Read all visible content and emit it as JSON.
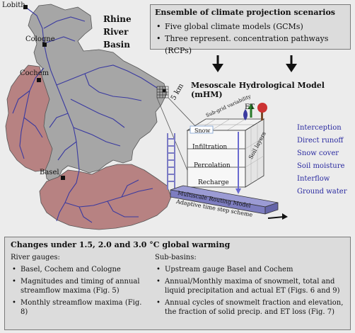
{
  "map": {
    "city_lobith": "Lobith",
    "city_cologne": "Cologne",
    "city_cochem": "Cochem",
    "city_basel": "Basel",
    "basin_title_line1": "Rhine",
    "basin_title_line2": "River",
    "basin_title_line3": "Basin",
    "grid_label": "5 km",
    "colors": {
      "grey_basin": "#a6a6a6",
      "red_basin": "#b78282",
      "rivers": "#3a3aa0"
    }
  },
  "ensemble": {
    "title": "Ensemble of climate projection scenarios",
    "items": [
      "Five global climate models (GCMs)",
      "Three represent. concentration pathways (RCPs)"
    ]
  },
  "model": {
    "title": "Mesoscale Hydrological Model (mHM)",
    "et_label": "ET",
    "subgrid_label_1": "Sub-grid",
    "subgrid_label_2": "variability",
    "snow_label": "Snow",
    "layers": [
      "Infiltration",
      "Percolation",
      "Recharge"
    ],
    "soil_label_1": "Soil",
    "soil_label_2": "layers",
    "routing_line1": "Multiscale Routing Model",
    "routing_line2": "Adaptive time step scheme",
    "processes": [
      "Interception",
      "Direct runoff",
      "Snow cover",
      "Soil moisture",
      "Interflow",
      "Ground water"
    ],
    "process_color": "#2a2aa0"
  },
  "changes": {
    "title": "Changes under 1.5, 2.0 and 3.0 °C global warming",
    "left_heading": "River gauges:",
    "left_items": [
      "Basel, Cochem and Cologne",
      "Magnitudes and timing of annual streamflow maxima (Fig. 5)",
      "Monthly streamflow maxima (Fig. 8)"
    ],
    "right_heading": "Sub-basins:",
    "right_items": [
      "Upstream gauge Basel and Cochem",
      "Annual/Monthly maxima of snowmelt, total and liquid precipitation and actual ET (Figs. 6 and 9)",
      "Annual cycles of snowmelt fraction and elevation, the fraction of solid precip. and ET loss (Fig. 7)"
    ]
  }
}
